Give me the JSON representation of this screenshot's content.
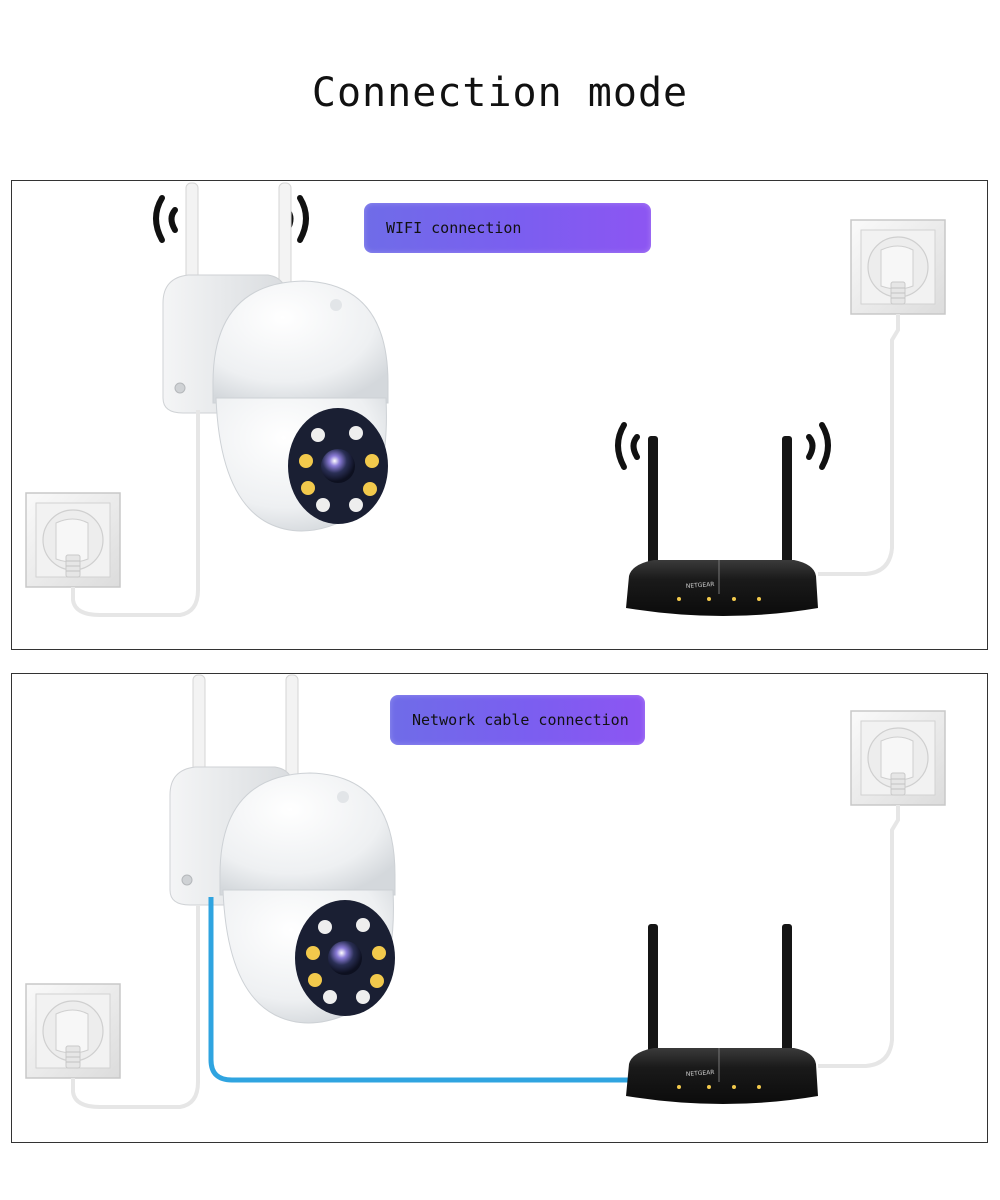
{
  "title": "Connection mode",
  "panels": [
    {
      "label": "WIFI connection",
      "mode": "wifi"
    },
    {
      "label": "Network cable connection",
      "mode": "cable"
    }
  ],
  "router_brand": "NETGEAR",
  "colors": {
    "badge_start": "#6f6ce8",
    "badge_end": "#8d55f2",
    "cable_blue": "#2fa4e0",
    "router_body": "#1b1b1b",
    "led_yellow": "#f2c94c",
    "lens_dark": "#151a2a"
  },
  "icons": [
    "wifi-signal-icon",
    "camera-icon",
    "router-icon",
    "wall-socket-icon"
  ]
}
